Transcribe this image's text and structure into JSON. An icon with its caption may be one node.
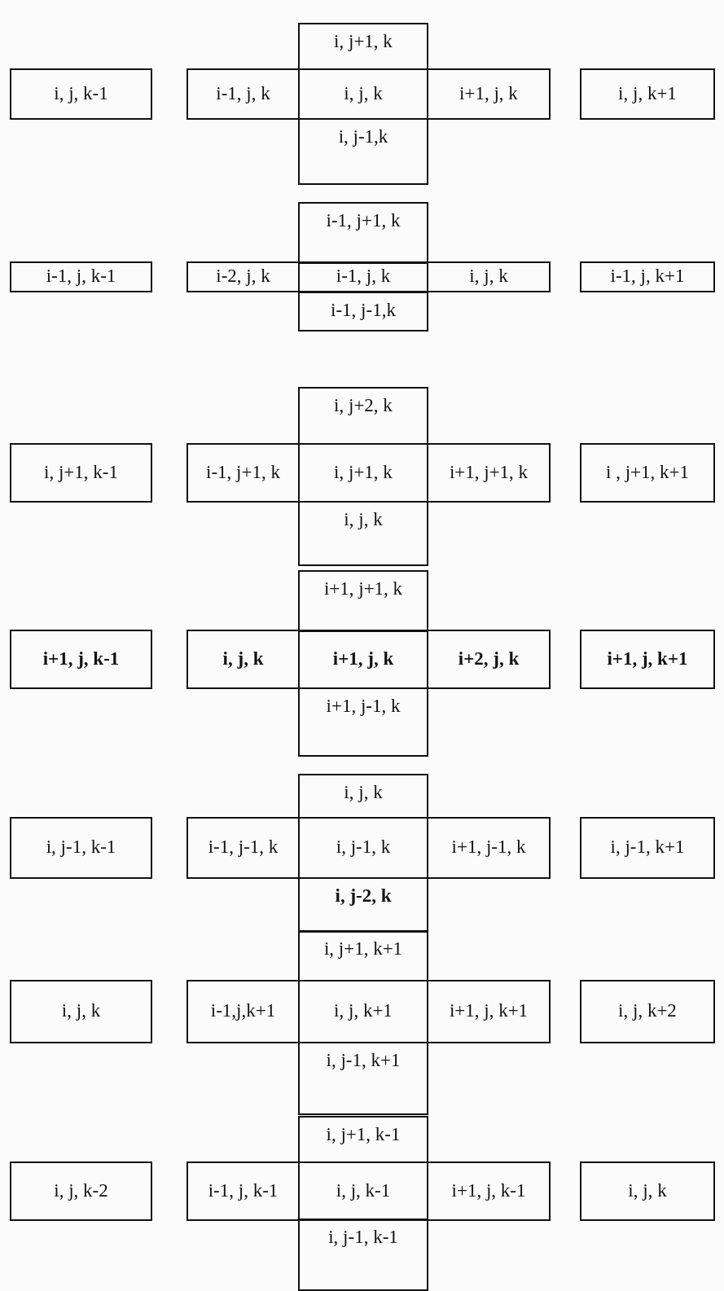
{
  "diagram": {
    "nodes": [
      {
        "text": [
          "i, j, k-1"
        ]
      },
      {
        "text": [
          "i, j+1, k"
        ]
      },
      {
        "text": [
          "i-1, j, k"
        ]
      },
      {
        "text": [
          "i, j, k"
        ]
      },
      {
        "text": [
          "i+1, j, k"
        ]
      },
      {
        "text": [
          "i, j, k+1"
        ]
      },
      {
        "text": [
          "i, j-1,k"
        ]
      },
      {
        "text": [
          "i-1, j, k-1"
        ]
      },
      {
        "text": [
          "i-1, j+1, k"
        ]
      },
      {
        "text": [
          "i-2, j, k"
        ]
      },
      {
        "text": [
          "i-1, j, k"
        ]
      },
      {
        "text": [
          "i, j, k"
        ]
      },
      {
        "text": [
          "i-1, j, k+1"
        ]
      },
      {
        "text": [
          "i-1, j-1,k"
        ]
      },
      {
        "text": [
          "i, j+1, k-1"
        ]
      },
      {
        "text": [
          "i, j+2, k"
        ]
      },
      {
        "text": [
          "i-1, j+1, k"
        ]
      },
      {
        "text": [
          "i, j+1, k"
        ]
      },
      {
        "text": [
          "i+1, j+1, k"
        ]
      },
      {
        "text": [
          "i , j+1, k+1"
        ]
      },
      {
        "text": [
          "i, j, k"
        ]
      },
      {
        "text": [
          "i+1, j, k-1"
        ]
      },
      {
        "text": [
          "i+1, j+1, k"
        ]
      },
      {
        "text": [
          "i, j, k"
        ]
      },
      {
        "text": [
          "i+1, j, k"
        ]
      },
      {
        "text": [
          "i+2, j, k"
        ]
      },
      {
        "text": [
          "i+1, j, k+1"
        ]
      },
      {
        "text": [
          "i+1, j-1, k"
        ]
      },
      {
        "text": [
          "i, j-1, k-1"
        ]
      },
      {
        "text": [
          "i, j, k"
        ]
      },
      {
        "text": [
          "i-1, j-1, k"
        ]
      },
      {
        "text": [
          "i, j-1, k"
        ]
      },
      {
        "text": [
          "i+1, j-1, k"
        ]
      },
      {
        "text": [
          "i, j-1, k+1"
        ]
      },
      {
        "text": [
          "i, j-2, k"
        ]
      },
      {
        "text": [
          "i, j, k"
        ]
      },
      {
        "text": [
          "i, j+1, k+1"
        ]
      },
      {
        "text": [
          "i-1,j,k+1"
        ]
      },
      {
        "text": [
          "i, j, k+1"
        ]
      },
      {
        "text": [
          "i+1, j, k+1"
        ]
      },
      {
        "text": [
          "i, j, k+2"
        ]
      },
      {
        "text": [
          "i, j-1, k+1"
        ]
      },
      {
        "text": [
          "i, j, k-2"
        ]
      },
      {
        "text": [
          "i, j+1, k-1"
        ]
      },
      {
        "text": [
          "i-1, j, k-1"
        ]
      },
      {
        "text": [
          "i, j, k-1"
        ]
      },
      {
        "text": [
          "i+1, j, k-1"
        ]
      },
      {
        "text": [
          "i, j, k"
        ]
      },
      {
        "text": [
          "i, j-1, k-1"
        ]
      }
    ]
  }
}
